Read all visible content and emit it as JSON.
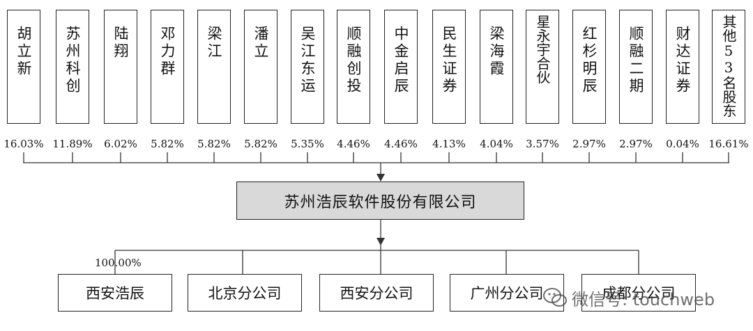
{
  "shareholders": [
    {
      "name": "胡立新",
      "pct": "16.03%"
    },
    {
      "name": "苏州科创",
      "pct": "11.89%"
    },
    {
      "name": "陆翔",
      "pct": "6.02%"
    },
    {
      "name": "邓力群",
      "pct": "5.82%"
    },
    {
      "name": "梁江",
      "pct": "5.82%"
    },
    {
      "name": "潘立",
      "pct": "5.82%"
    },
    {
      "name": "吴江东运",
      "pct": "5.35%"
    },
    {
      "name": "顺融创投",
      "pct": "4.46%"
    },
    {
      "name": "中金启辰",
      "pct": "4.46%"
    },
    {
      "name": "民生证券",
      "pct": "4.13%"
    },
    {
      "name": "梁海霞",
      "pct": "4.04%"
    },
    {
      "name": "星永宇合伙",
      "pct": "3.57%"
    },
    {
      "name": "红杉明辰",
      "pct": "2.97%"
    },
    {
      "name": "顺融二期",
      "pct": "2.97%"
    },
    {
      "name": "财达证券",
      "pct": "0.04%"
    },
    {
      "name": "其他53名股东",
      "pct": "16.61%"
    }
  ],
  "company": "苏州浩辰软件股份有限公司",
  "subsidiary_pct": "100.00%",
  "subsidiaries": [
    "西安浩辰",
    "北京分公司",
    "西安分公司",
    "广州分公司",
    "成都分公司"
  ],
  "watermark": "微信号: touchweb"
}
